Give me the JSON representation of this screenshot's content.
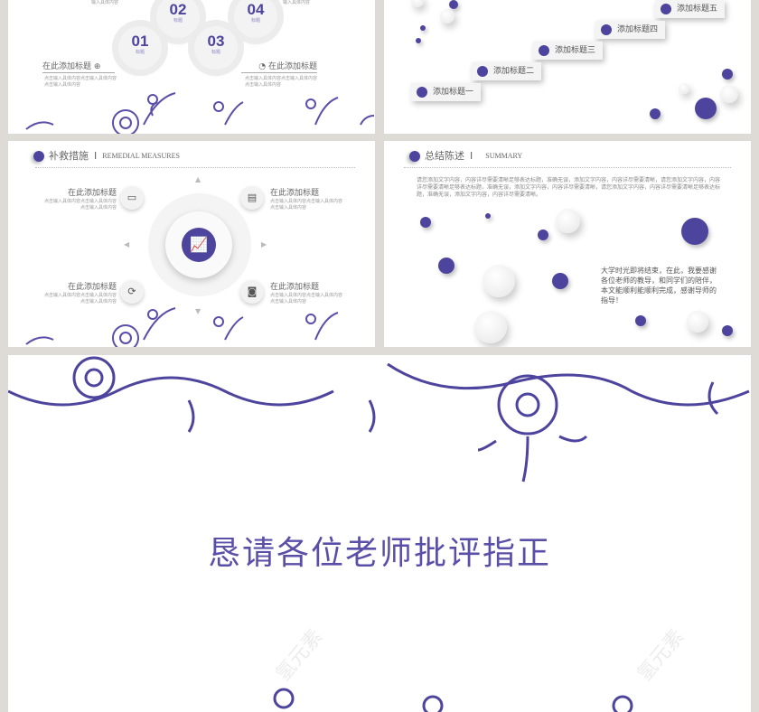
{
  "slide_gears": {
    "gears": [
      {
        "num": "01",
        "label": "标题"
      },
      {
        "num": "02",
        "label": "标题"
      },
      {
        "num": "03",
        "label": "标题"
      },
      {
        "num": "04",
        "label": "标题"
      }
    ],
    "items": [
      {
        "title": "在此添加标题",
        "desc": "点击输入具体内容点击输入具体内容点击输入具体内容"
      },
      {
        "title": "在此添加标题",
        "desc": "点击输入具体内容点击输入具体内容点击输入具体内容"
      }
    ],
    "top_desc": "输入具体内容"
  },
  "slide_steps": {
    "tags": [
      "添加标题一",
      "添加标题二",
      "添加标题三",
      "添加标题四",
      "添加标题五"
    ]
  },
  "slide_remedial": {
    "title": "补救措施",
    "title_en": "REMEDIAL MEASURES",
    "items": [
      {
        "title": "在此添加标题",
        "desc": "点击输入具体内容点击输入具体内容点击输入具体内容",
        "icon": "monitor-icon"
      },
      {
        "title": "在此添加标题",
        "desc": "点击输入具体内容点击输入具体内容点击输入具体内容",
        "icon": "documents-icon"
      },
      {
        "title": "在此添加标题",
        "desc": "点击输入具体内容点击输入具体内容点击输入具体内容",
        "icon": "refresh-icon"
      },
      {
        "title": "在此添加标题",
        "desc": "点击输入具体内容点击输入具体内容点击输入具体内容",
        "icon": "camera-icon"
      }
    ],
    "center_icon": "growth-chart-icon"
  },
  "slide_summary": {
    "title": "总结陈述",
    "title_en": "SUMMARY",
    "paragraph": "请您添加文字内容，内容详尽需要清晰足够表达标题，准确无误，添加文字内容，内容详尽需要清晰，请您添加文字内容，内容详尽需要清晰足够表达标题，准确无误，添加文字内容，内容详尽需要清晰，请您添加文字内容，内容详尽需要清晰足够表达标题，准确无误，添加文字内容，内容详尽需要清晰。",
    "thanks": "大学时光即将结束，在此，我要感谢各位老师的教导，和同学们的陪伴，本文能顺利能顺利完成，感谢导师的指导！"
  },
  "slide_end": {
    "title": "恳请各位老师批评指正"
  },
  "watermark": "氢元素",
  "colors": {
    "accent": "#4d449e",
    "background": "#dedad6"
  }
}
